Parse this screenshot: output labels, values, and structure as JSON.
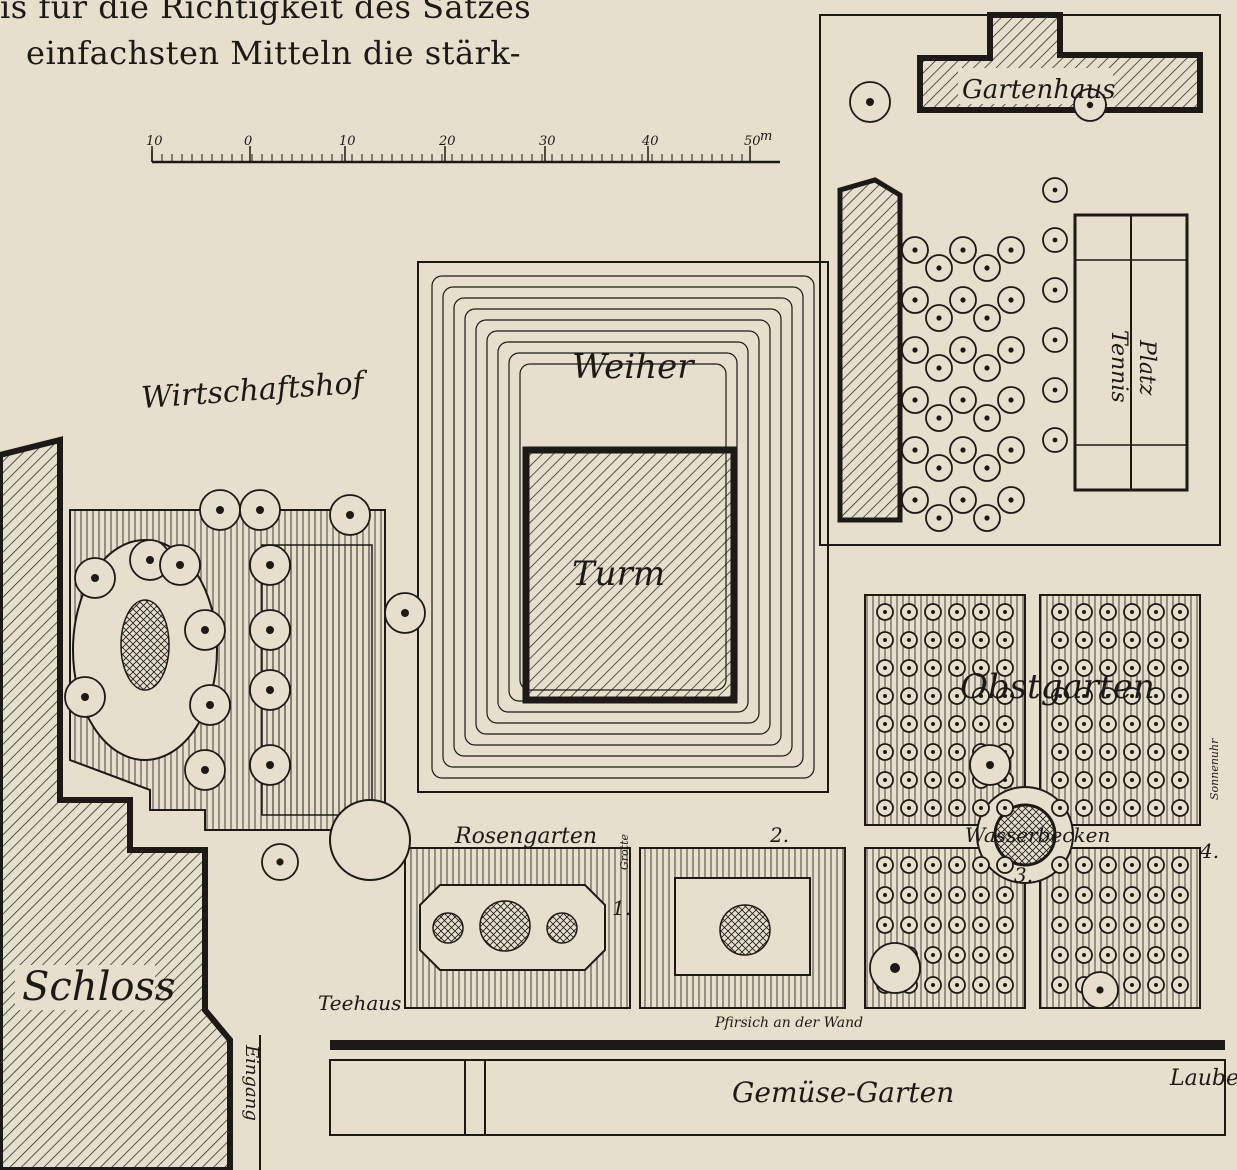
{
  "header_text": {
    "line1": "ıs für die Richtigkeit des Satzes",
    "line2": "einfachsten Mitteln die stärk-"
  },
  "scale_bar": {
    "ticks": [
      "10",
      "0",
      "10",
      "20",
      "30",
      "40",
      "50"
    ],
    "unit": "m"
  },
  "labels": {
    "gartenhaus": "Gartenhaus",
    "weiher": "Weiher",
    "wirtschaftshof": "Wirtschaftshof",
    "turm": "Turm",
    "tennis": "Tennis",
    "platz": "Platz",
    "obstgarten": "Obstgarten",
    "rosengarten": "Rosengarten",
    "wasserbecken": "Wasserbecken",
    "sonnenuhr": "Sonnenuhr",
    "gemuesegarten": "Gemüse-Garten",
    "laube": "Laube",
    "schloss": "Schloss",
    "teehaus": "Teehaus",
    "eingang": "Eingang",
    "pfirsich": "Pfirsich an der Wand",
    "grotte": "Grotte"
  },
  "viewpoints": [
    "1.",
    "2.",
    "3.",
    "4."
  ],
  "colors": {
    "paper": "#e6dfcc",
    "ink": "#1b1a17"
  }
}
